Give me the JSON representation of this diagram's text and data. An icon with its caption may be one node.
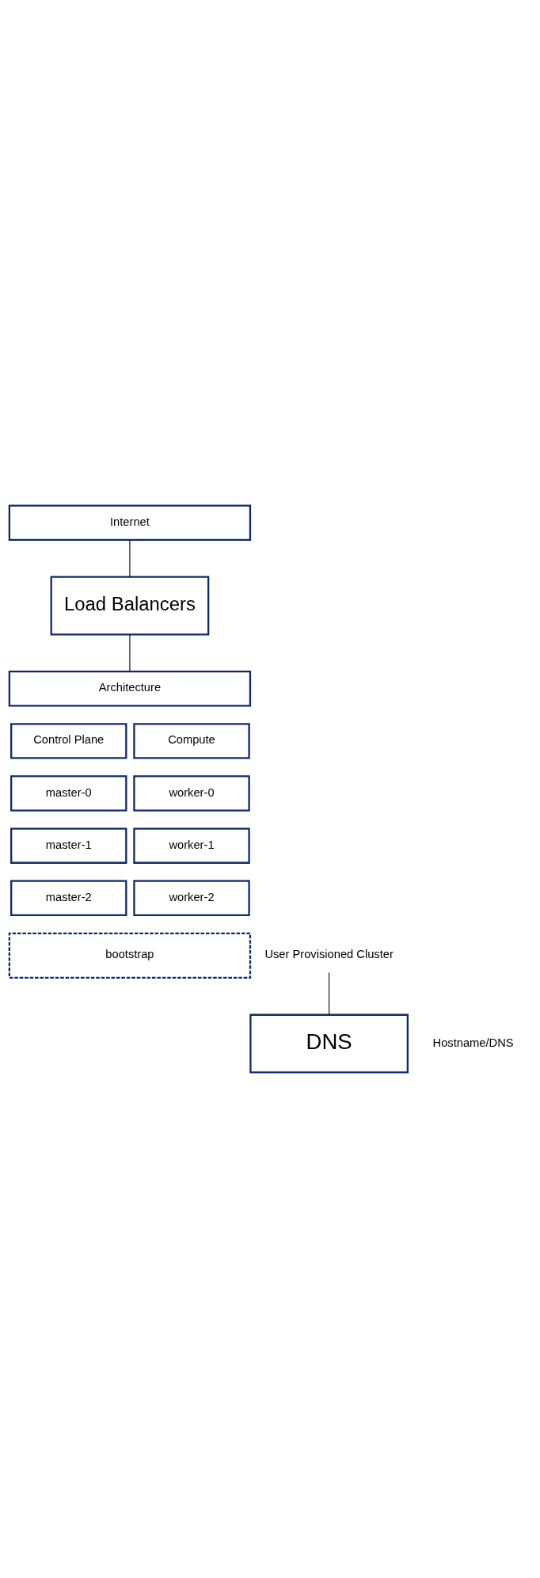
{
  "diagram": {
    "nodes": [
      {
        "text": [
          "Internet"
        ]
      },
      {
        "text": [
          "Load Balancers"
        ]
      },
      {
        "text": [
          "Architecture"
        ]
      },
      {
        "text": [
          "Control Plane"
        ]
      },
      {
        "text": [
          "master-0"
        ]
      },
      {
        "text": [
          "master-1"
        ]
      },
      {
        "text": [
          "master-2"
        ]
      },
      {
        "text": [
          "Compute"
        ]
      },
      {
        "text": [
          "worker-0"
        ]
      },
      {
        "text": [
          "worker-1"
        ]
      },
      {
        "text": [
          "worker-2"
        ]
      },
      {
        "text": [
          "bootstrap"
        ]
      },
      {
        "text": [
          "User Provisioned Cluster"
        ]
      },
      {
        "text": [
          "DNS"
        ],
        "beside": [
          "Hostname/DNS"
        ]
      }
    ],
    "edges": [
      {
        "from": 0,
        "to": 1,
        "arrow": "none"
      },
      {
        "from": 1,
        "to": 2,
        "arrow": "none"
      },
      {
        "from": 12,
        "to": 13,
        "arrow": "none"
      }
    ]
  }
}
